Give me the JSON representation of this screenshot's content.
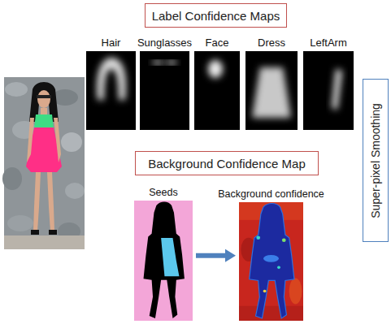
{
  "diagram": {
    "nodes": [
      {
        "text": [
          "Label Confidence Maps"
        ]
      },
      {
        "text": [
          "Hair"
        ]
      },
      {
        "text": [
          "Sunglasses"
        ]
      },
      {
        "text": [
          "Face"
        ]
      },
      {
        "text": [
          "Dress"
        ]
      },
      {
        "text": [
          "LeftArm"
        ]
      },
      {
        "text": [
          "Super-pixel Smoothing"
        ]
      },
      {
        "text": [
          "Background Confidence Map"
        ]
      },
      {
        "text": [
          "Seeds"
        ]
      },
      {
        "text": [
          "Background confidence"
        ]
      }
    ],
    "edges": [
      {
        "from": 8,
        "to": 9,
        "arrow": "to"
      }
    ]
  }
}
